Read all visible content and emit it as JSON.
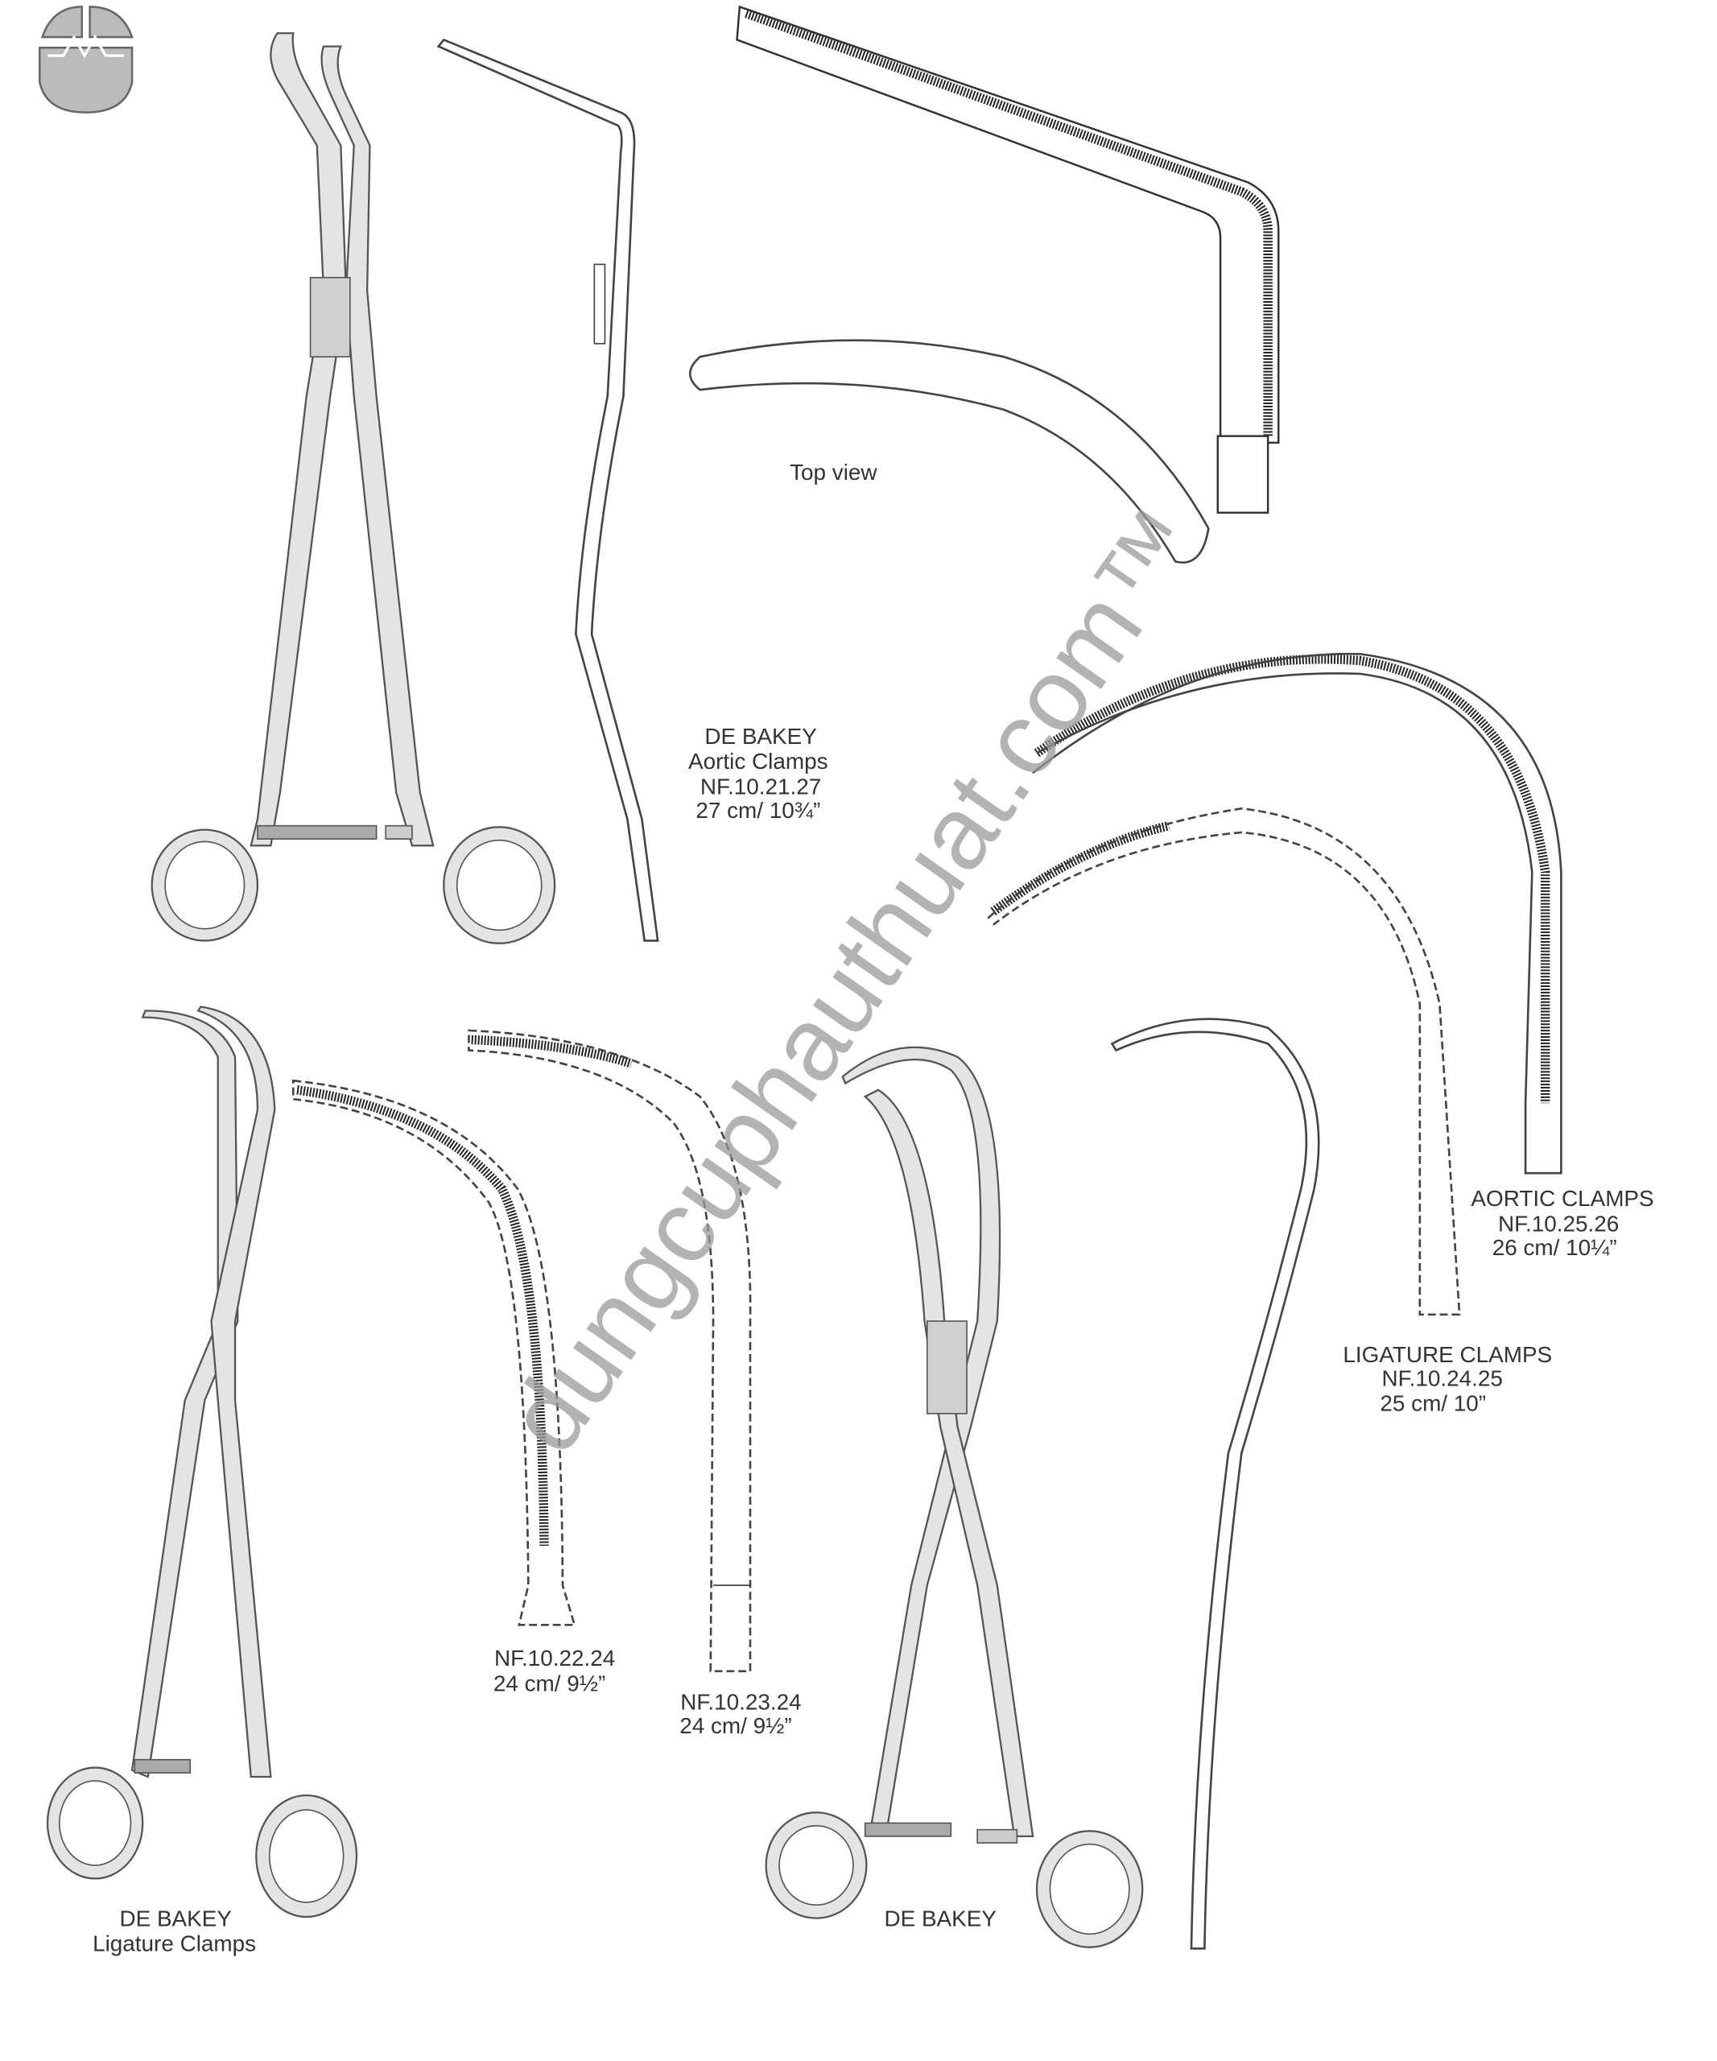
{
  "watermark": "dungcuphauthuat.com™",
  "logo": {
    "name": "brand-logo"
  },
  "products": [
    {
      "title": "DE BAKEY",
      "subtitle": "Aortic Clamps",
      "code": "NF.10.21.27",
      "size": "27 cm/ 10¾”"
    },
    {
      "note": "Top view"
    },
    {
      "title": "AORTIC CLAMPS",
      "code": "NF.10.25.26",
      "size": "26 cm/ 10¼”"
    },
    {
      "title": "LIGATURE CLAMPS",
      "code": "NF.10.24.25",
      "size": "25 cm/ 10”"
    },
    {
      "code": "NF.10.22.24",
      "size": "24 cm/ 9½”"
    },
    {
      "code": "NF.10.23.24",
      "size": "24 cm/ 9½”"
    },
    {
      "title": "DE BAKEY",
      "subtitle": "Ligature Clamps"
    },
    {
      "title": "DE BAKEY"
    }
  ]
}
